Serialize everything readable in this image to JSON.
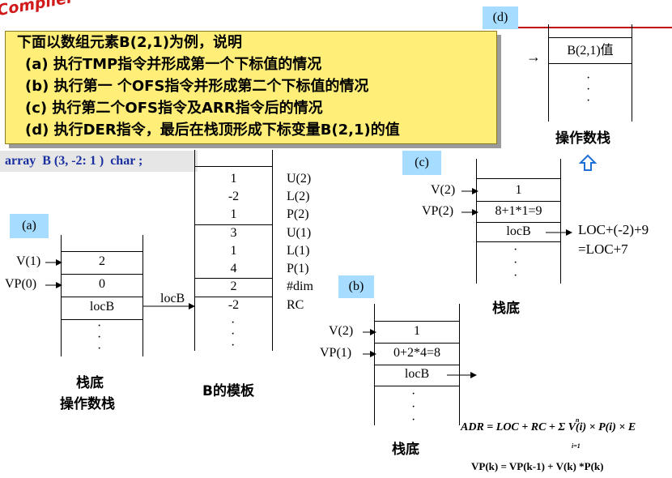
{
  "logo_text": "Compiler",
  "note": {
    "title": "下面以数组元素B(2,1)为例，说明",
    "items": [
      "(a) 执行TMP指令并形成第一个下标值的情况",
      "(b) 执行第一 个OFS指令并形成第二个下标值的情况",
      "(c) 执行第二个OFS指令及ARR指令后的情况",
      "(d) 执行DER指令，最后在栈顶形成下标变量B(2,1)的值"
    ]
  },
  "declaration": "array  B (3, -2: 1 )  char ;",
  "stack_d": {
    "tag": "(d)",
    "cell": "B(2,1)值",
    "caption": "操作数栈",
    "arrow": "→"
  },
  "stack_a": {
    "tag": "(a)",
    "labels": [
      "V(1)",
      "VP(0)"
    ],
    "cells": [
      "2",
      "0",
      "locB"
    ],
    "caption1": "栈底",
    "caption2": "操作数栈",
    "arrow_label": "locB"
  },
  "template": {
    "values": [
      "1",
      "-2",
      "1",
      "3",
      "1",
      "4",
      "2",
      "-2"
    ],
    "labels": [
      "U(2)",
      "L(2)",
      "P(2)",
      "U(1)",
      "L(1)",
      "P(1)",
      "#dim",
      "RC"
    ],
    "caption": "B的模板"
  },
  "stack_b": {
    "tag": "(b)",
    "labels": [
      "V(2)",
      "VP(1)"
    ],
    "cells": [
      "1",
      "0+2*4=8",
      "locB"
    ],
    "caption": "栈底"
  },
  "stack_c": {
    "tag": "(c)",
    "labels": [
      "V(2)",
      "VP(2)"
    ],
    "cells": [
      "1",
      "8+1*1=9",
      "locB"
    ],
    "caption": "栈底",
    "result1": "LOC+(-2)+9",
    "result2": "=LOC+7"
  },
  "formula1": "ADR = LOC + RC + Σ V(i) × P(i) × E",
  "formula1_sum_top": "n",
  "formula1_sum_bottom": "i=1",
  "formula2": "VP(k) = VP(k-1) + V(k) *P(k)"
}
